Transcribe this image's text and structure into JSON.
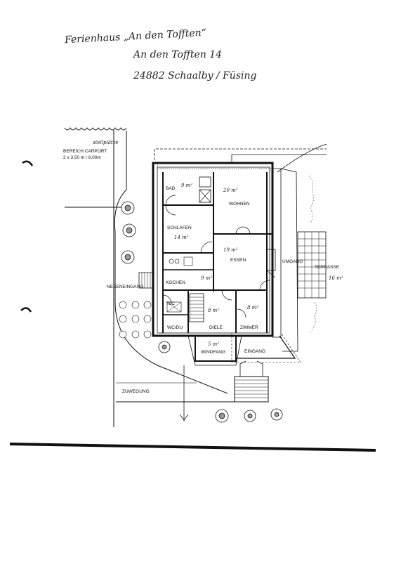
{
  "header": {
    "line1": "Ferienhaus „An den Tofften“",
    "line2": "An den Tofften 14",
    "line3": "24882 Schaalby / Füsing"
  },
  "plan": {
    "carport": {
      "title": "BEREICH CARPORT",
      "dims": "2 x 3,50 m / 6,00m",
      "note": "stellplätze"
    },
    "rooms": {
      "bad": "BAD",
      "bad_area": "9 m²",
      "wohnen": "WOHNEN",
      "wohnen_area": "20 m²",
      "schlafen": "SCHLAFEN",
      "schlafen_area": "14 m²",
      "essen": "ESSEN",
      "essen_area": "19 m²",
      "kochen": "KOCHEN",
      "kochen_area": "9 m²",
      "tec": "TEC",
      "wcdu": "WC/DU",
      "diele": "DIELE",
      "diele_area": "8 m²",
      "zimmer": "ZIMMER",
      "zimmer_area": "8 m²",
      "windfang": "WINDFANG",
      "windfang_area": "5 m²",
      "eingang": "EINGANG",
      "nebeneingang": "NEBENEINGANG",
      "umgang": "UMGANG",
      "terrasse": "TERRASSE",
      "terrasse_area": "16 m²",
      "zuwegung": "ZUWEGUNG"
    }
  }
}
